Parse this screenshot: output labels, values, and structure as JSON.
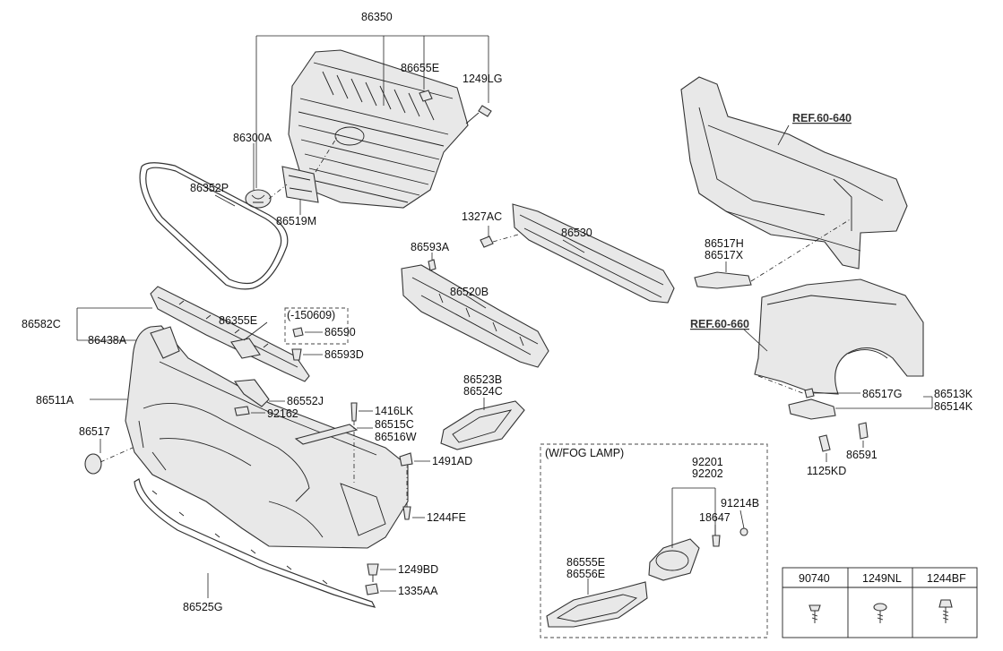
{
  "labels": {
    "p86350": "86350",
    "p86655E": "86655E",
    "p1249LG": "1249LG",
    "p86300A": "86300A",
    "p86352P": "86352P",
    "p86519M": "86519M",
    "p1327AC": "1327AC",
    "p86530": "86530",
    "p86593A": "86593A",
    "p86520B": "86520B",
    "p86582C": "86582C",
    "p86438A": "86438A",
    "p86355E": "86355E",
    "p150609": "(-150609)",
    "p86590": "86590",
    "p86593D": "86593D",
    "p86552J": "86552J",
    "p92162": "92162",
    "p86511A": "86511A",
    "p86517": "86517",
    "p1416LK": "1416LK",
    "p86515C": "86515C",
    "p86516W": "86516W",
    "p86523B": "86523B",
    "p86524C": "86524C",
    "p1491AD": "1491AD",
    "p1244FE": "1244FE",
    "p1249BD": "1249BD",
    "p1335AA": "1335AA",
    "p86525G": "86525G",
    "pREF60640": "REF.60-640",
    "p86517H": "86517H",
    "p86517X": "86517X",
    "pREF60660": "REF.60-660",
    "p86517G": "86517G",
    "p86513K": "86513K",
    "p86514K": "86514K",
    "p86591": "86591",
    "p1125KD": "1125KD",
    "pFogLamp": "(W/FOG LAMP)",
    "p92201": "92201",
    "p92202": "92202",
    "p91214B": "91214B",
    "p18647": "18647",
    "p86555E": "86555E",
    "p86556E": "86556E"
  },
  "fastener_table": {
    "headers": [
      "90740",
      "1249NL",
      "1244BF"
    ],
    "icons": [
      "screw-icon",
      "tapping-screw-icon",
      "bolt-icon"
    ]
  }
}
